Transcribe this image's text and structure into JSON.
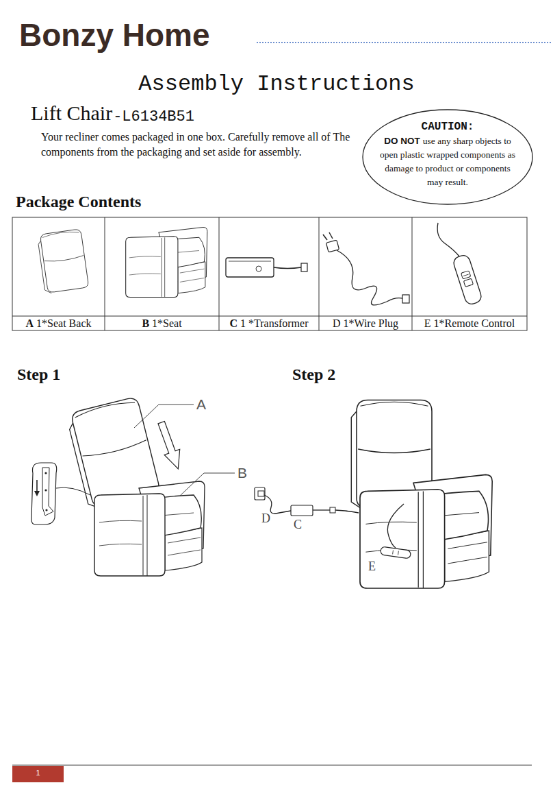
{
  "diagram": {
    "title": "Assembly Instructions",
    "nodes": [
      {
        "text": [
          "CAUTION:",
          "DO NOT",
          "use any sharp objects to open plastic wrapped components as damage to product or components may result."
        ]
      }
    ],
    "edges": [],
    "labels": [
      "Bonzy Home",
      "Lift Chair",
      "-L6134B51",
      "Your recliner comes packaged in one box. Carefully remove all of The components from the packaging and set aside for assembly.",
      "Package Contents",
      "A",
      "1*Seat Back",
      "B",
      "1*Seat",
      "C",
      "1 *Transformer",
      "D 1*Wire Plug",
      "E 1*Remote Control",
      "Step 1",
      "Step 2",
      "A",
      "B",
      "D",
      "C",
      "E",
      "1"
    ]
  }
}
